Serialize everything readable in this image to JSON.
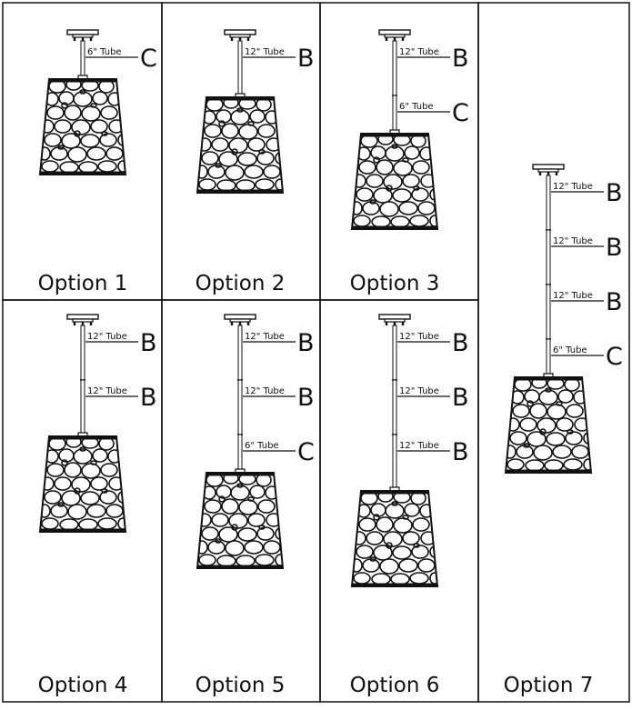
{
  "options": [
    {
      "label": "Option 1",
      "tubes": [
        {
          "text": "6\" Tube",
          "letter": "C"
        }
      ]
    },
    {
      "label": "Option 2",
      "tubes": [
        {
          "text": "12\" Tube",
          "letter": "B"
        }
      ]
    },
    {
      "label": "Option 3",
      "tubes": [
        {
          "text": "12\" Tube",
          "letter": "B"
        },
        {
          "text": "6\" Tube",
          "letter": "C"
        }
      ]
    },
    {
      "label": "Option 4",
      "tubes": [
        {
          "text": "12\" Tube",
          "letter": "B"
        },
        {
          "text": "12\" Tube",
          "letter": "B"
        }
      ]
    },
    {
      "label": "Option 5",
      "tubes": [
        {
          "text": "12\" Tube",
          "letter": "B"
        },
        {
          "text": "12\" Tube",
          "letter": "B"
        },
        {
          "text": "6\" Tube",
          "letter": "C"
        }
      ]
    },
    {
      "label": "Option 6",
      "tubes": [
        {
          "text": "12\" Tube",
          "letter": "B"
        },
        {
          "text": "12\" Tube",
          "letter": "B"
        },
        {
          "text": "12\" Tube",
          "letter": "B"
        }
      ]
    },
    {
      "label": "Option 7",
      "tubes": [
        {
          "text": "12\" Tube",
          "letter": "B"
        },
        {
          "text": "12\" Tube",
          "letter": "B"
        },
        {
          "text": "12\" Tube",
          "letter": "B"
        },
        {
          "text": "6\" Tube",
          "letter": "C"
        }
      ]
    }
  ],
  "colors": {
    "line": "#111111",
    "background": "#ffffff"
  },
  "icon": "pendant-lamp-icon"
}
